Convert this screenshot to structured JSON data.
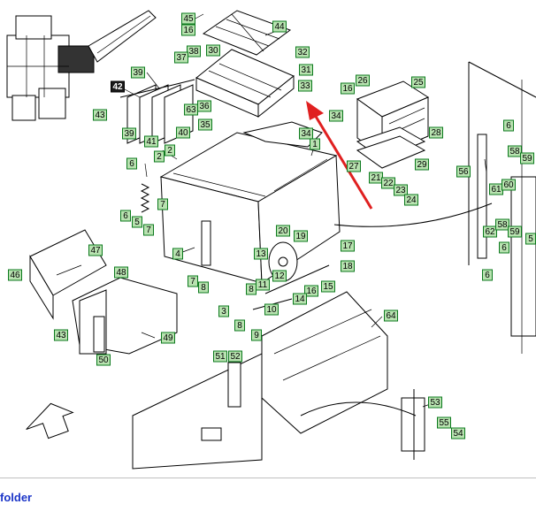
{
  "footer": {
    "link_label": "folder"
  },
  "colors": {
    "callout_fill": "#b8e2b0",
    "callout_border": "#0d7a1e",
    "arrow": "#e02020",
    "link": "#1b35c8"
  },
  "callouts": [
    {
      "label": "45"
    },
    {
      "label": "16"
    },
    {
      "label": "44"
    },
    {
      "label": "30"
    },
    {
      "label": "38"
    },
    {
      "label": "37"
    },
    {
      "label": "32"
    },
    {
      "label": "31"
    },
    {
      "label": "39"
    },
    {
      "label": "42",
      "dark": true
    },
    {
      "label": "63"
    },
    {
      "label": "36"
    },
    {
      "label": "43"
    },
    {
      "label": "39"
    },
    {
      "label": "41"
    },
    {
      "label": "40"
    },
    {
      "label": "35"
    },
    {
      "label": "33"
    },
    {
      "label": "34"
    },
    {
      "label": "34"
    },
    {
      "label": "26"
    },
    {
      "label": "16"
    },
    {
      "label": "25"
    },
    {
      "label": "6"
    },
    {
      "label": "28"
    },
    {
      "label": "27"
    },
    {
      "label": "29"
    },
    {
      "label": "1"
    },
    {
      "label": "2"
    },
    {
      "label": "2"
    },
    {
      "label": "6"
    },
    {
      "label": "6"
    },
    {
      "label": "5"
    },
    {
      "label": "7"
    },
    {
      "label": "7"
    },
    {
      "label": "21"
    },
    {
      "label": "22"
    },
    {
      "label": "23"
    },
    {
      "label": "24"
    },
    {
      "label": "56"
    },
    {
      "label": "58"
    },
    {
      "label": "59"
    },
    {
      "label": "61"
    },
    {
      "label": "60"
    },
    {
      "label": "62"
    },
    {
      "label": "58"
    },
    {
      "label": "59"
    },
    {
      "label": "5"
    },
    {
      "label": "6"
    },
    {
      "label": "6"
    },
    {
      "label": "20"
    },
    {
      "label": "19"
    },
    {
      "label": "17"
    },
    {
      "label": "47"
    },
    {
      "label": "4"
    },
    {
      "label": "13"
    },
    {
      "label": "46"
    },
    {
      "label": "48"
    },
    {
      "label": "7"
    },
    {
      "label": "8"
    },
    {
      "label": "12"
    },
    {
      "label": "18"
    },
    {
      "label": "8"
    },
    {
      "label": "11"
    },
    {
      "label": "15"
    },
    {
      "label": "16"
    },
    {
      "label": "14"
    },
    {
      "label": "10"
    },
    {
      "label": "3"
    },
    {
      "label": "9"
    },
    {
      "label": "8"
    },
    {
      "label": "43"
    },
    {
      "label": "49"
    },
    {
      "label": "64"
    },
    {
      "label": "50"
    },
    {
      "label": "51"
    },
    {
      "label": "52"
    },
    {
      "label": "53"
    },
    {
      "label": "55"
    },
    {
      "label": "54"
    }
  ]
}
